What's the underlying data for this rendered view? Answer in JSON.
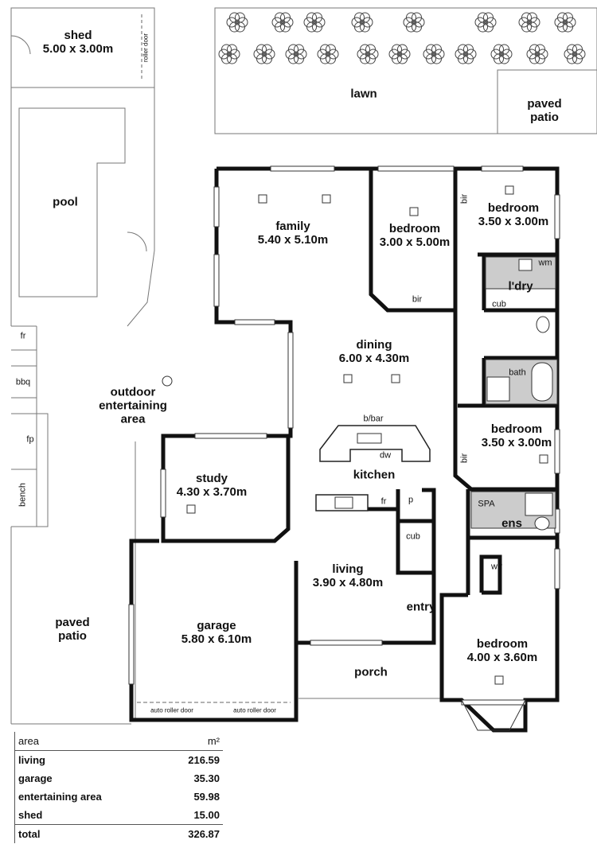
{
  "rooms": {
    "shed": {
      "name": "shed",
      "size": "5.00 x 3.00m"
    },
    "shed_door": "roller door",
    "lawn": "lawn",
    "paved_patio_top": "paved\npatio",
    "pool": "pool",
    "family": {
      "name": "family",
      "size": "5.40 x 5.10m"
    },
    "bedroom2": {
      "name": "bedroom",
      "size": "3.00 x 5.00m"
    },
    "bedroom3": {
      "name": "bedroom",
      "size": "3.50 x 3.00m"
    },
    "bir_a": "bir",
    "bir_b": "bir",
    "bir_c": "bir",
    "laundry": "l'dry",
    "wm": "wm",
    "cub_laundry": "cub",
    "dining": {
      "name": "dining",
      "size": "6.00 x 4.30m"
    },
    "bath": "bath",
    "outdoor": "outdoor\nentertaining\narea",
    "fr_outdoor": "fr",
    "bbq": "bbq",
    "fp": "fp",
    "bench": "bench",
    "bbar": "b/bar",
    "dw": "dw",
    "kitchen": "kitchen",
    "bedroom4": {
      "name": "bedroom",
      "size": "3.50 x 3.00m"
    },
    "study": {
      "name": "study",
      "size": "4.30 x 3.70m"
    },
    "fr_kitchen": "fr",
    "p": "p",
    "spa": "SPA",
    "ens": "ens",
    "cub_entry": "cub",
    "wir": "wir",
    "living": {
      "name": "living",
      "size": "3.90 x 4.80m"
    },
    "entry": "entry",
    "paved_patio_left": "paved\npatio",
    "garage": {
      "name": "garage",
      "size": "5.80 x 6.10m"
    },
    "bedroom1": {
      "name": "bedroom",
      "size": "4.00 x 3.60m"
    },
    "porch": "porch",
    "auto_door_1": "auto roller door",
    "auto_door_2": "auto roller door"
  },
  "area_table": {
    "header": {
      "label": "area",
      "unit": "m²"
    },
    "rows": [
      {
        "label": "living",
        "value": "216.59"
      },
      {
        "label": "garage",
        "value": "35.30"
      },
      {
        "label": "entertaining area",
        "value": "59.98"
      },
      {
        "label": "shed",
        "value": "15.00"
      }
    ],
    "total": {
      "label": "total",
      "value": "326.87"
    }
  }
}
